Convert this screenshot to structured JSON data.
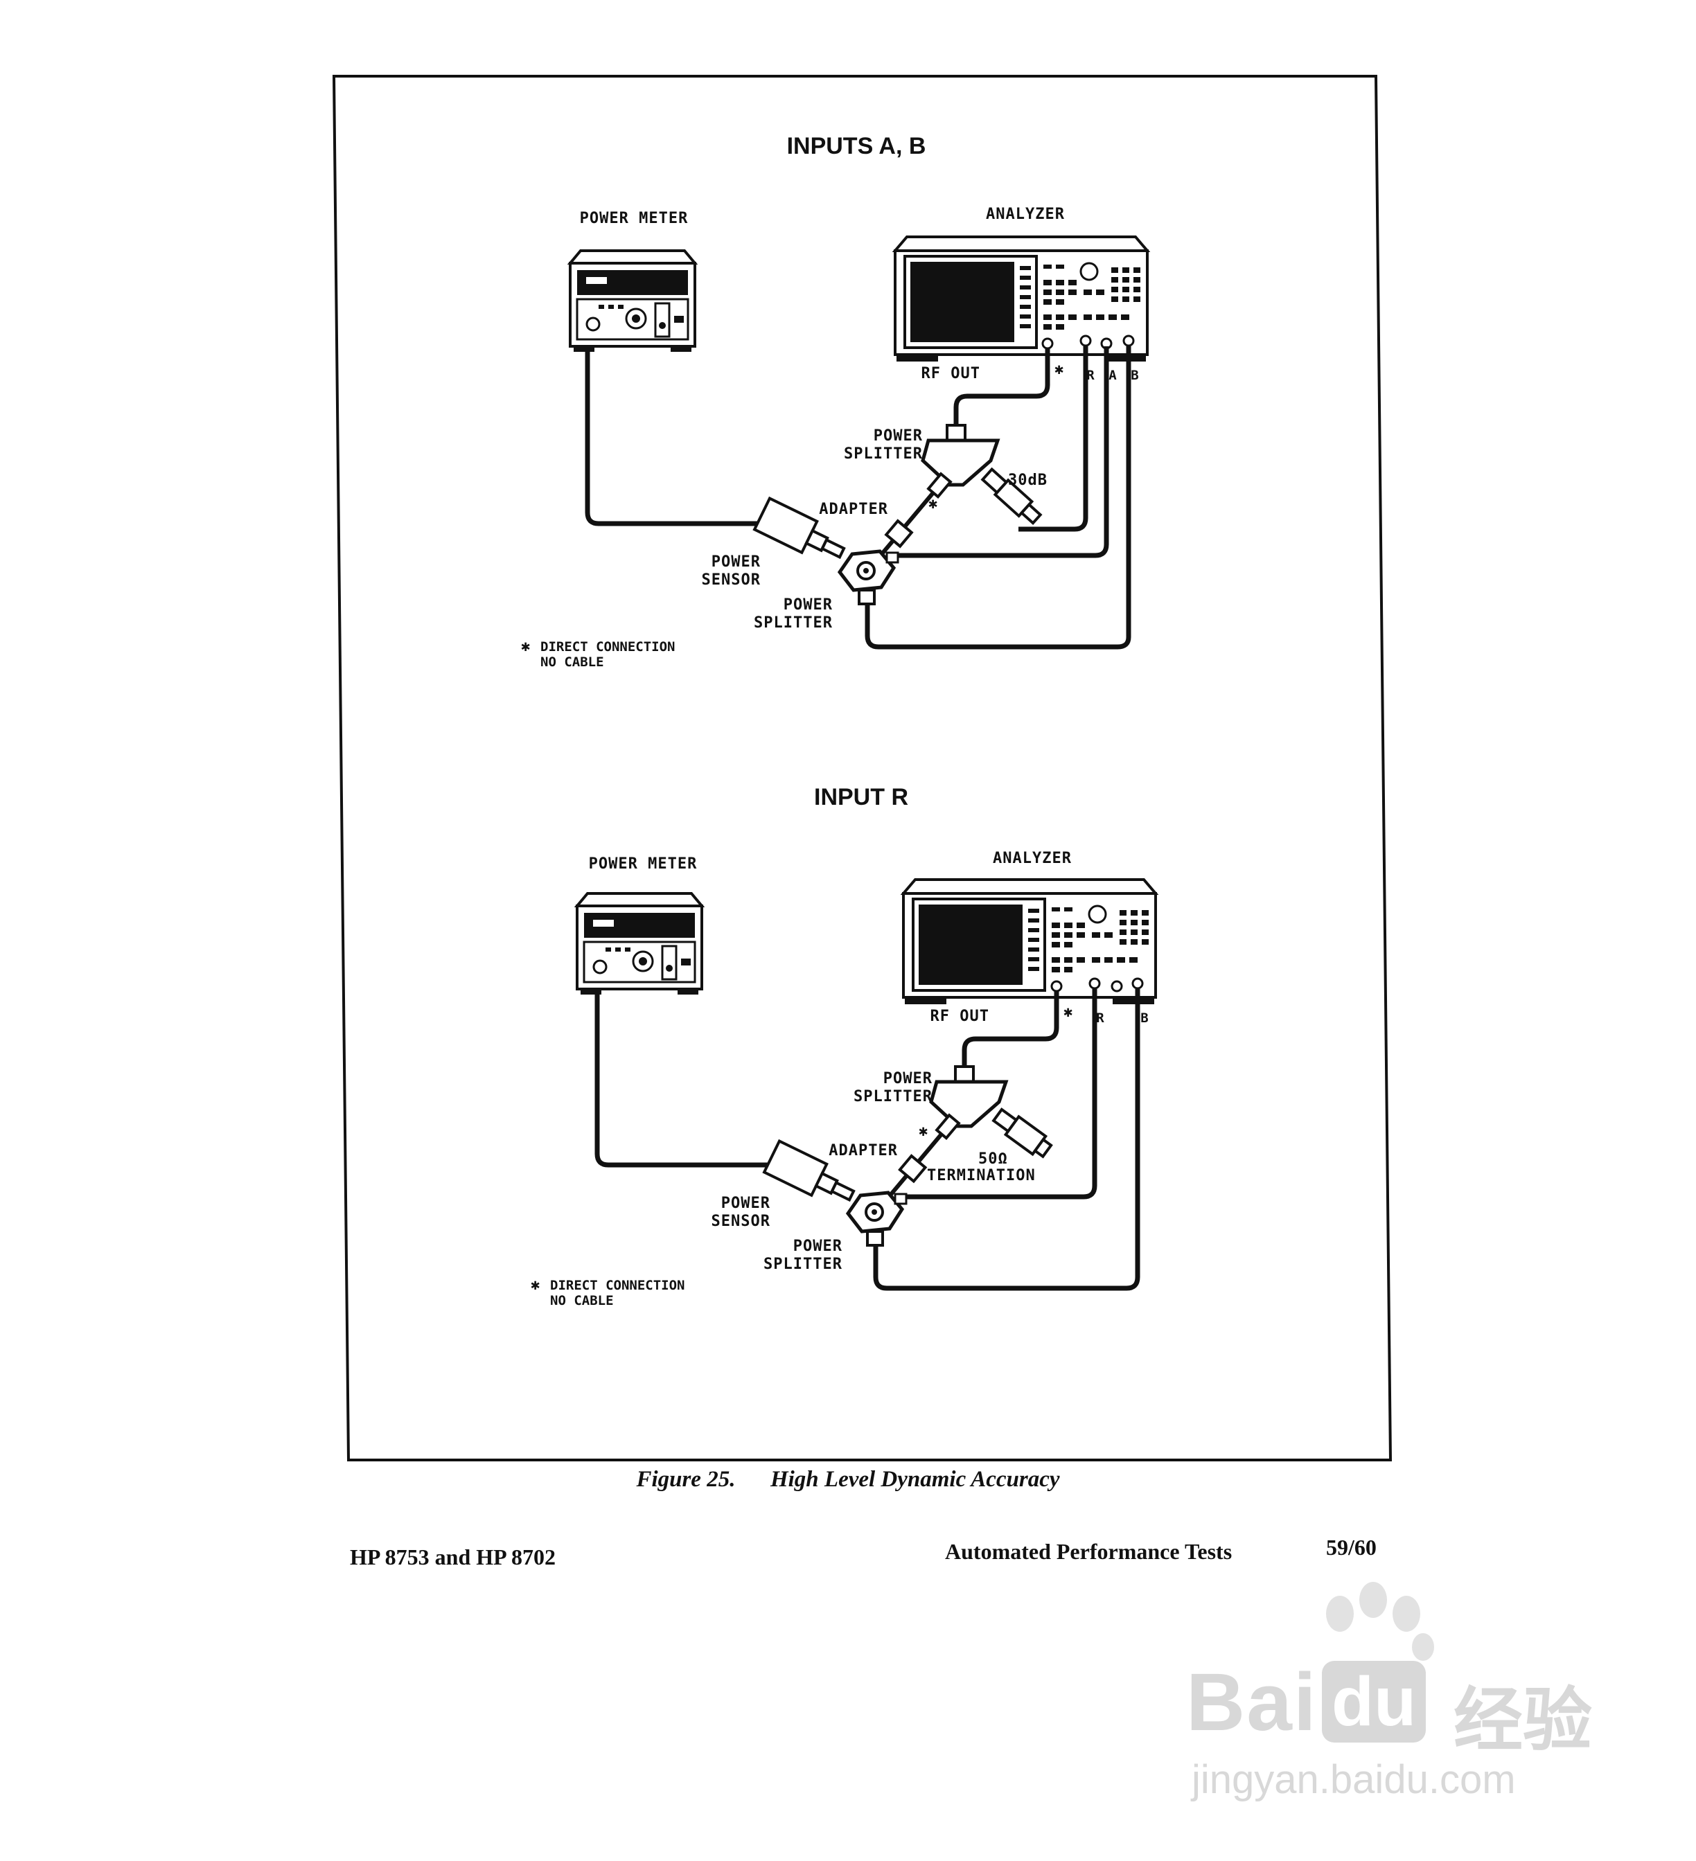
{
  "diagrams": [
    {
      "title": "INPUTS A, B",
      "power_meter_label": "POWER METER",
      "analyzer_label": "ANALYZER",
      "rf_out_label": "RF OUT",
      "port_labels": [
        "R",
        "A",
        "B"
      ],
      "splitter_top_label": [
        "POWER",
        "SPLITTER"
      ],
      "attenuator_label": "30dB",
      "adapter_label": "ADAPTER",
      "power_sensor_label": [
        "POWER",
        "SENSOR"
      ],
      "splitter_bottom_label": [
        "POWER",
        "SPLITTER"
      ],
      "note": [
        "DIRECT CONNECTION",
        "NO CABLE"
      ],
      "asterisk": "✱"
    },
    {
      "title": "INPUT R",
      "power_meter_label": "POWER METER",
      "analyzer_label": "ANALYZER",
      "rf_out_label": "RF OUT",
      "port_labels": [
        "R",
        "B"
      ],
      "splitter_top_label": [
        "POWER",
        "SPLITTER"
      ],
      "termination_label": [
        "50Ω",
        "TERMINATION"
      ],
      "adapter_label": "ADAPTER",
      "power_sensor_label": [
        "POWER",
        "SENSOR"
      ],
      "splitter_bottom_label": [
        "POWER",
        "SPLITTER"
      ],
      "note": [
        "DIRECT CONNECTION",
        "NO CABLE"
      ],
      "asterisk": "✱"
    }
  ],
  "caption": {
    "figure": "Figure 25.",
    "title": "High Level Dynamic Accuracy"
  },
  "footer": {
    "left": "HP 8753 and HP 8702",
    "center": "Automated Performance Tests",
    "page": "59/60"
  },
  "watermark": {
    "brand_latin": "Bai",
    "brand_du": "du",
    "brand_cn": "经验",
    "url": "jingyan.baidu.com"
  }
}
